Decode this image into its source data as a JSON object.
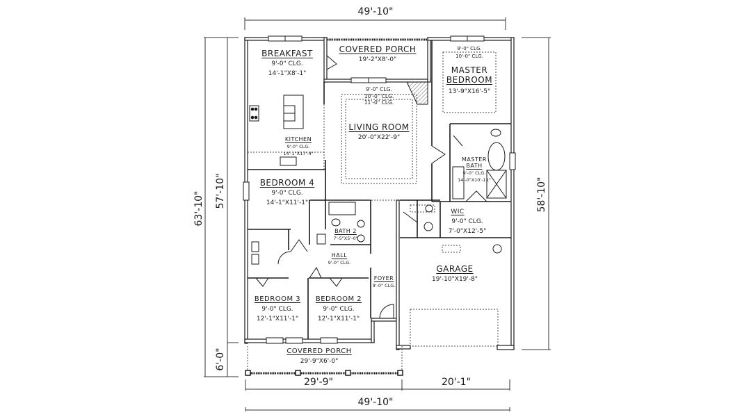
{
  "plan": {
    "overall_dimensions": {
      "top_width": "49'-10\"",
      "bottom_total_width": "49'-10\"",
      "bottom_left_width": "29'-9\"",
      "bottom_right_width": "20'-1\"",
      "left_total_depth": "63'-10\"",
      "left_house_depth": "57'-10\"",
      "left_porch_depth": "6'-0\"",
      "right_depth": "58'-10\""
    },
    "rooms": {
      "breakfast": {
        "name": "BREAKFAST",
        "ceiling": "9'-0\" CLG.",
        "size": "14'-1\"X8'-1\""
      },
      "covered_porch_rear": {
        "name": "COVERED PORCH",
        "size": "19'-2\"X8'-0\""
      },
      "master_bedroom": {
        "name": "MASTER BEDROOM",
        "name_line1": "MASTER",
        "name_line2": "BEDROOM",
        "ceiling_1": "9'-0\" CLG.",
        "ceiling_2": "10'-0\" CLG.",
        "size": "13'-9\"X16'-5\""
      },
      "living_room": {
        "name": "LIVING ROOM",
        "ceiling_1": "9'-0\" CLG.",
        "ceiling_2": "10'-0\" CLG.",
        "ceiling_3": "11'-0\" CLG.",
        "size": "20'-0\"X22'-9\""
      },
      "kitchen": {
        "name": "KITCHEN",
        "ceiling": "9'-0\" CLG.",
        "size": "14'-1\"X17'-4\""
      },
      "master_bath": {
        "name_line1": "MASTER",
        "name_line2": "BATH",
        "ceiling": "9'-0\" CLG.",
        "size": "14'-0\"X10'-11\""
      },
      "bedroom_4": {
        "name": "BEDROOM 4",
        "ceiling": "9'-0\" CLG.",
        "size": "14'-1\"X11'-1\""
      },
      "bath_2": {
        "name": "BATH 2",
        "size": "7'-5\"X5'-0\""
      },
      "wic": {
        "name": "WIC",
        "ceiling": "9'-0\" CLG.",
        "size": "7'-0\"X12'-5\""
      },
      "hall": {
        "name": "HALL",
        "ceiling": "9'-0\" CLG."
      },
      "garage": {
        "name": "GARAGE",
        "size": "19'-10\"X19'-8\""
      },
      "foyer": {
        "name": "FOYER",
        "ceiling": "9'-0\" CLG."
      },
      "bedroom_3": {
        "name": "BEDROOM 3",
        "ceiling": "9'-0\" CLG.",
        "size": "12'-1\"X11'-1\""
      },
      "bedroom_2": {
        "name": "BEDROOM 2",
        "ceiling": "9'-0\" CLG.",
        "size": "12'-1\"X11'-1\""
      },
      "covered_porch_front": {
        "name": "COVERED PORCH",
        "size": "29'-9\"X6'-0\""
      }
    },
    "colors": {
      "line": "#1a1a1a",
      "wall_fill": "#ffffff",
      "dotted": "#444444",
      "hatch": "#888888"
    }
  }
}
